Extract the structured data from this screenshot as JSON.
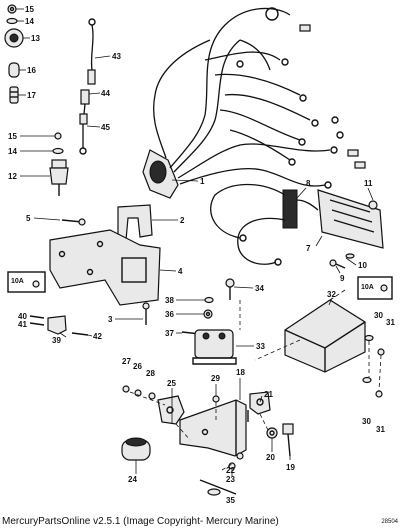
{
  "caption": "MercuryPartsOnline v2.5.1 (Image Copyright- Mercury Marine)",
  "drawing_number": "28504",
  "callouts": [
    "15",
    "14",
    "13",
    "16",
    "17",
    "43",
    "44",
    "45",
    "15",
    "14",
    "12",
    "1",
    "8",
    "11",
    "5",
    "2",
    "7",
    "10",
    "9",
    "10A",
    "4",
    "34",
    "10A",
    "32",
    "38",
    "36",
    "3",
    "37",
    "40",
    "41",
    "39",
    "42",
    "33",
    "30",
    "31",
    "27",
    "26",
    "28",
    "25",
    "29",
    "18",
    "21",
    "30",
    "31",
    "22",
    "23",
    "20",
    "19",
    "24",
    "35"
  ]
}
